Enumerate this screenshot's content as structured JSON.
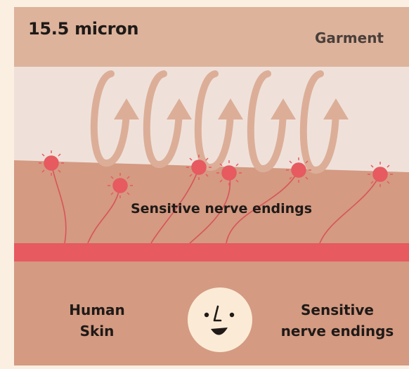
{
  "title": "15.5 micron",
  "garment_label": "Garment",
  "nerve_label": "Sensitive nerve endings",
  "skin_label": [
    "Human",
    "Skin"
  ],
  "nerve_label_right": [
    "Sensitive",
    "nerve endings"
  ],
  "face_icon": "smiling-face-icon",
  "colors": {
    "background": "#fbefe2",
    "garment": "#ddb39c",
    "air_gap": "#efe1da",
    "skin": "#d49a82",
    "skin_band": "#e65a60",
    "nerve_ending": "#e65a60",
    "arrows": "#dcae98",
    "face": "#fbebd6"
  }
}
